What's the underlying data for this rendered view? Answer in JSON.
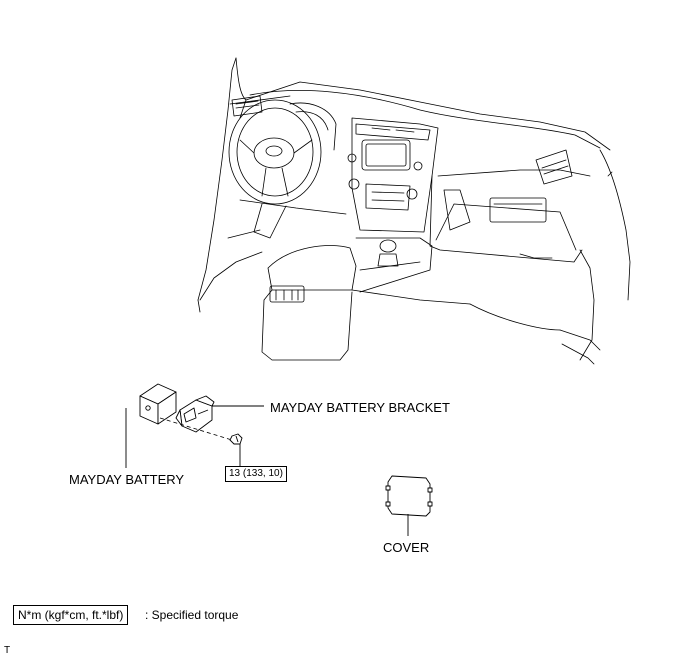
{
  "labels": {
    "mayday_battery_bracket": "MAYDAY BATTERY BRACKET",
    "mayday_battery": "MAYDAY BATTERY",
    "cover": "COVER",
    "torque_value": "13 (133, 10)"
  },
  "legend": {
    "unit_box": "N*m (kgf*cm, ft.*lbf)",
    "description": ": Specified torque"
  },
  "corner_mark": "T"
}
